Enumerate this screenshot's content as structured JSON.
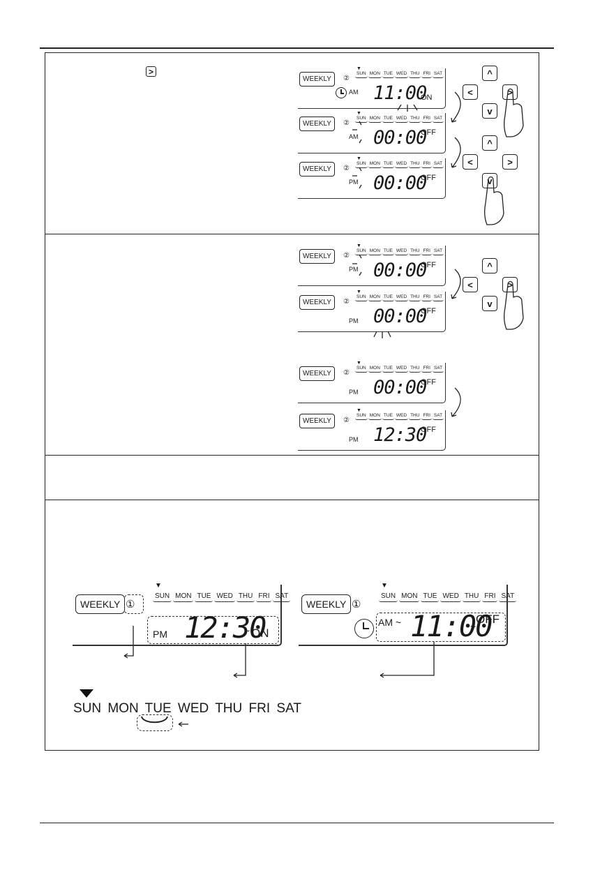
{
  "inline_key": ">",
  "keys": {
    "up": "^",
    "down": "v",
    "left": "<",
    "right": ">"
  },
  "days": [
    "SUN",
    "MON",
    "TUE",
    "WED",
    "THU",
    "FRI",
    "SAT"
  ],
  "weekly": "WEEKLY",
  "step1": {
    "d1": {
      "prog": "②",
      "ampm": "AM",
      "digits": "11:00",
      "state": "ON"
    },
    "d2": {
      "prog": "②",
      "ampm": "AM",
      "digits": "00:00",
      "state": "OFF"
    },
    "d3": {
      "prog": "②",
      "ampm": "PM",
      "digits": "00:00",
      "state": "OFF"
    }
  },
  "step2": {
    "d1": {
      "prog": "②",
      "ampm": "PM",
      "digits": "00:00",
      "state": "OFF"
    },
    "d2": {
      "prog": "②",
      "ampm": "PM",
      "digits": "00:00",
      "state": "OFF"
    },
    "d3": {
      "prog": "②",
      "ampm": "PM",
      "digits": "00:00",
      "state": "OFF"
    },
    "d4": {
      "prog": "②",
      "ampm": "PM",
      "digits": "12:30",
      "state": "OFF"
    }
  },
  "step4": {
    "left": {
      "prog": "①",
      "ampm": "PM",
      "digits": "12:30",
      "tilde": "~",
      "state": "ON"
    },
    "right": {
      "prog": "①",
      "ampm": "AM ~",
      "digits": "11:00",
      "tilde": "~",
      "state": "OFF"
    },
    "days_line": "SUN MON TUE WED THU  FRI  SAT"
  }
}
